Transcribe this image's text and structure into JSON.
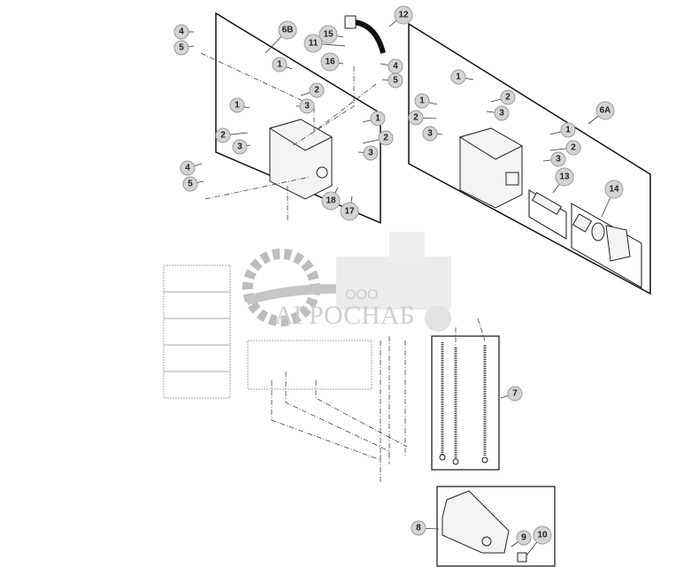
{
  "diagram": {
    "callouts": [
      {
        "label": "4"
      },
      {
        "label": "5"
      },
      {
        "label": "6B"
      },
      {
        "label": "15"
      },
      {
        "label": "11"
      },
      {
        "label": "16"
      },
      {
        "label": "12"
      },
      {
        "label": "4"
      },
      {
        "label": "5"
      },
      {
        "label": "1"
      },
      {
        "label": "2"
      },
      {
        "label": "3"
      },
      {
        "label": "1"
      },
      {
        "label": "2"
      },
      {
        "label": "3"
      },
      {
        "label": "1"
      },
      {
        "label": "2"
      },
      {
        "label": "3"
      },
      {
        "label": "4"
      },
      {
        "label": "5"
      },
      {
        "label": "18"
      },
      {
        "label": "17"
      },
      {
        "label": "1"
      },
      {
        "label": "2"
      },
      {
        "label": "3"
      },
      {
        "label": "1"
      },
      {
        "label": "2"
      },
      {
        "label": "3"
      },
      {
        "label": "6A"
      },
      {
        "label": "1"
      },
      {
        "label": "2"
      },
      {
        "label": "3"
      },
      {
        "label": "13"
      },
      {
        "label": "14"
      },
      {
        "label": "7"
      },
      {
        "label": "8"
      },
      {
        "label": "9"
      },
      {
        "label": "10"
      }
    ]
  },
  "watermark": {
    "prefix": "ООО",
    "name": "АГРОСНАБ",
    "color": "#9a9a9a"
  }
}
